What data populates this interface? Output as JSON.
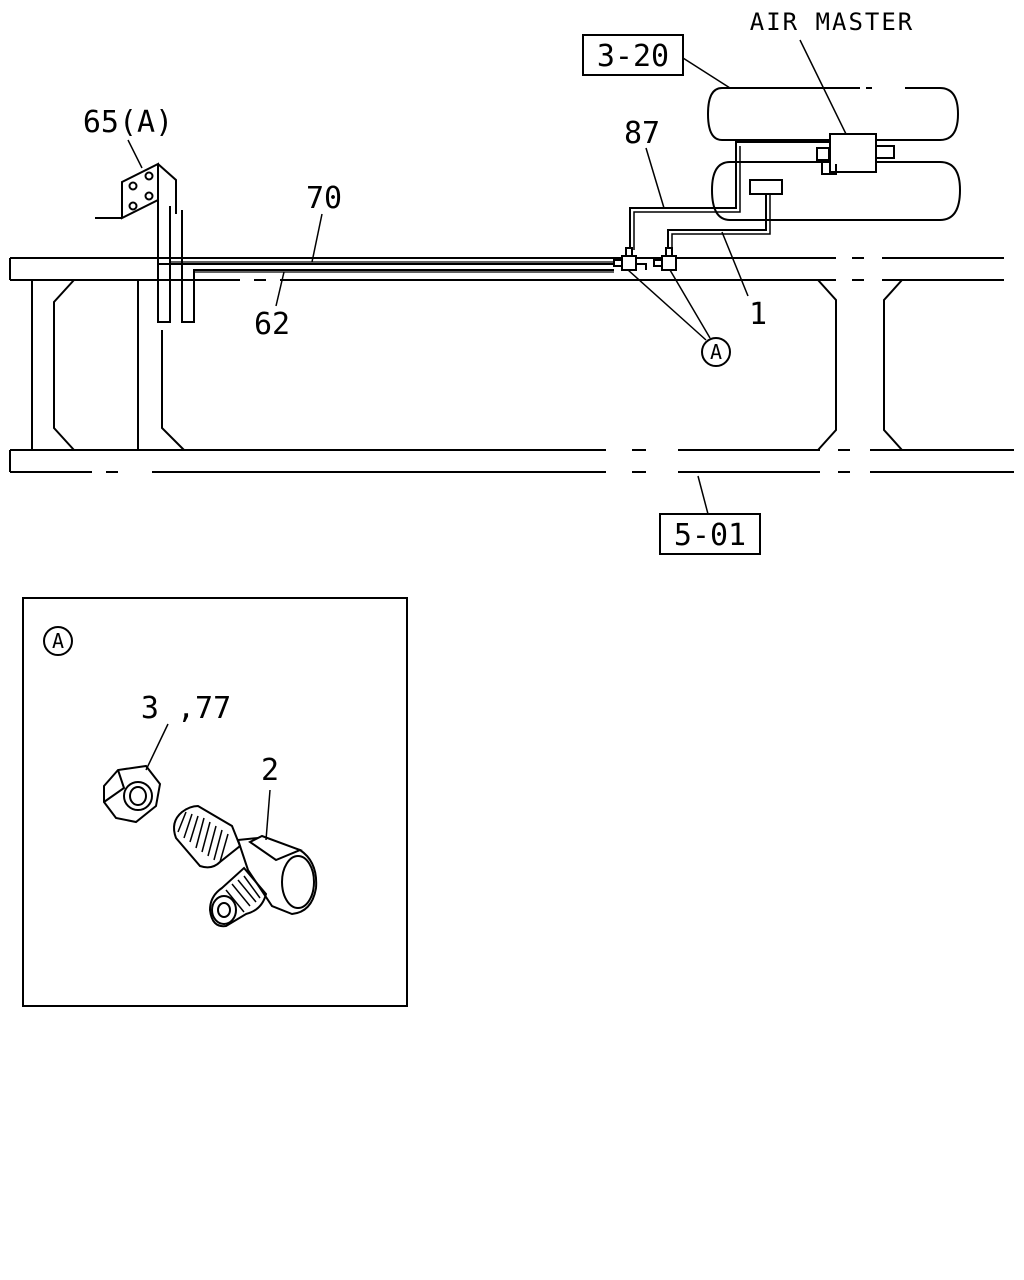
{
  "labels": {
    "air_master": "AIR MASTER",
    "ref_tank": "3-20",
    "ref_frame": "5-01",
    "bracket": "65(A)",
    "pipe_upper": "70",
    "pipe_lower": "62",
    "hose": "87",
    "pipe_1": "1",
    "detail_callout": "A",
    "detail_tag": "A",
    "nut_washer": "3 ,77",
    "connector": "2"
  }
}
